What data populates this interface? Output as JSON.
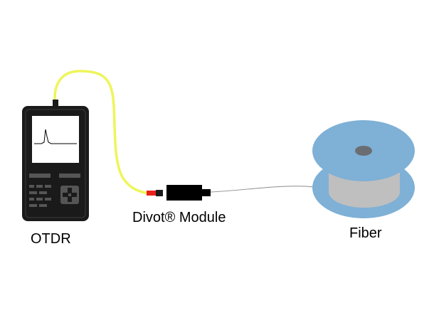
{
  "labels": {
    "otdr": "OTDR",
    "module": "Divot® Module",
    "fiber": "Fiber"
  },
  "colors": {
    "background": "#ffffff",
    "device_body": "#1a1a1a",
    "device_key": "#111111",
    "screen": "#ffffff",
    "patch_cord": "#eef55a",
    "connector_tip": "#e8201a",
    "module_body": "#000000",
    "fiber_line": "#8c8c8c",
    "spool_flange": "#7fb0d6",
    "spool_hub": "#bfbfbf",
    "spool_hole": "#6a6e73"
  },
  "icons": {
    "otdr": "otdr-device-icon",
    "module": "divot-module-icon",
    "spool": "fiber-spool-icon",
    "cable": "patch-cord-icon",
    "fiber": "fiber-line-icon"
  }
}
